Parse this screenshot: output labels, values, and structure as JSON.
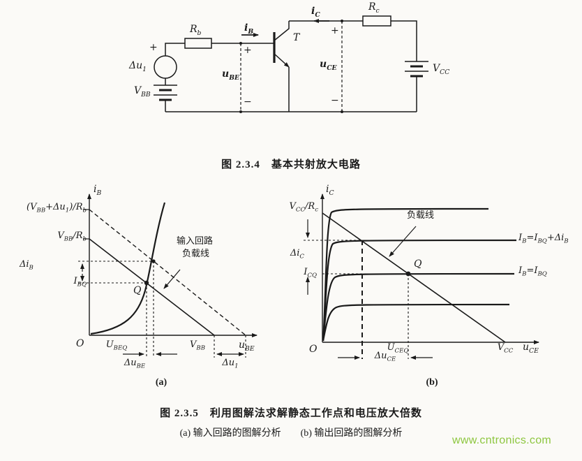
{
  "ink": "#1a1a1a",
  "background": "#fbfaf7",
  "watermark": {
    "text": "www.cntronics.com",
    "color": "#8dc63f"
  },
  "fig_2_3_4": {
    "caption": "图 2.3.4　基本共射放大电路",
    "labels": {
      "source_plus": "+",
      "delta_u1": "Δu~1~",
      "v_bb": "V~BB~",
      "r_b": "R~b~",
      "i_b": "i~B~",
      "transistor": "T",
      "u_be_plus": "+",
      "u_be": "u~BE~",
      "u_be_minus": "−",
      "i_c": "i~C~",
      "r_c": "R~c~",
      "u_ce_plus": "+",
      "u_ce": "u~CE~",
      "u_ce_minus": "−",
      "v_cc": "V~CC~"
    }
  },
  "fig_2_3_5": {
    "caption": "图 2.3.5　利用图解法求解静态工作点和电压放大倍数",
    "subcaption": "(a) 输入回路的图解分析　　(b) 输出回路的图解分析",
    "graph_a": {
      "tag": "(a)",
      "axis_y": "i~B~",
      "axis_x": "u~BE~",
      "origin": "O",
      "intercept_upper": "(V~BB~+Δu~1~)/R~b~",
      "intercept_lower": "V~BB~/R~b~",
      "delta_i_b": "Δi~B~",
      "i_bq": "I~BQ~",
      "q_point": "Q",
      "load_line_note_1": "输入回路",
      "load_line_note_2": "负载线",
      "u_beq": "U~BEQ~",
      "v_bb": "V~BB~",
      "delta_u_be": "Δu~BE~",
      "delta_u1": "Δu~1~"
    },
    "graph_b": {
      "tag": "(b)",
      "axis_y": "i~C~",
      "axis_x": "u~CE~",
      "origin": "O",
      "intercept": "V~CC~/R~c~",
      "delta_i_c": "Δi~C~",
      "i_cq": "I~CQ~",
      "q_point": "Q",
      "load_line_note": "负载线",
      "curve_label_upper": "I~B~=I~BQ~+Δi~B~",
      "curve_label_q": "I~B~=I~BQ~",
      "u_ceq": "U~CEQ~",
      "v_cc": "V~CC~",
      "delta_u_ce": "Δu~CE~"
    }
  }
}
